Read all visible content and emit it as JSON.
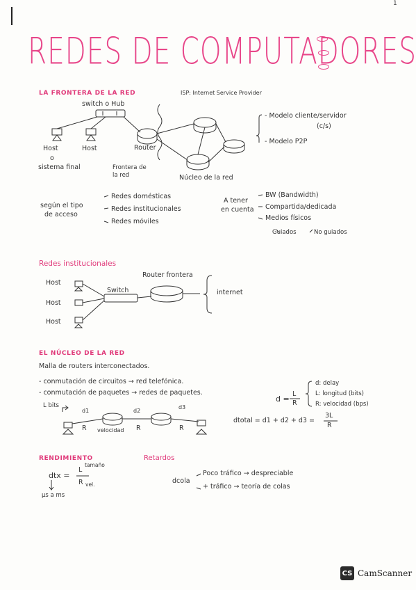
{
  "page_mark": "1",
  "title": "REDES DE COMPUTADORES",
  "frontera": {
    "heading": "LA FRONTERA DE LA RED",
    "isp_note": "ISP: Internet Service Provider",
    "switch_label": "switch o Hub",
    "host1": "Host",
    "host2": "Host",
    "or_label": "o",
    "sistema_final": "sistema final",
    "router": "Router",
    "frontera_red": "Frontera de la red",
    "nucleo": "Núcleo de la red",
    "modelo_cs": "- Modelo cliente/servidor",
    "cs_abbr": "(c/s)",
    "modelo_p2p": "- Modelo P2P"
  },
  "acceso": {
    "label_line1": "según el tipo",
    "label_line2": "de acceso",
    "items": [
      "Redes domésticas",
      "Redes institucionales",
      "Redes móviles"
    ],
    "tener_line1": "A tener",
    "tener_line2": "en cuenta",
    "consider": [
      "BW (Bandwidth)",
      "Compartida/dedicada",
      "Medios físicos"
    ],
    "guiados": "Guiados",
    "no_guiados": "No guiados"
  },
  "institucionales": {
    "heading": "Redes institucionales",
    "router_frontera": "Router frontera",
    "switch": "Switch",
    "hosts": [
      "Host",
      "Host",
      "Host"
    ],
    "internet": "internet"
  },
  "nucleo": {
    "heading": "EL NÚCLEO DE LA RED",
    "subtitle": "Malla de routers interconectados.",
    "conm1": "- conmutación de circuitos → red telefónica.",
    "conm2": "- conmutación de paquetes → redes de paquetes.",
    "bits": "L bits",
    "d1": "d1",
    "d2": "d2",
    "d3": "d3",
    "r1": "R",
    "velocidad": "velocidad",
    "r2": "R",
    "r3": "R",
    "formula_d": "d =",
    "formula_num": "L",
    "formula_den": "R",
    "defs": [
      "d: delay",
      "L: longitud (bits)",
      "R: velocidad (bps)"
    ],
    "dtotal": "dtotal = d1 + d2 + d3 =",
    "dtotal_num": "3L",
    "dtotal_den": "R"
  },
  "rendimiento": {
    "heading": "RENDIMIENTO",
    "dtx": "dtx =",
    "num": "L",
    "tamano": "tamaño",
    "den": "R",
    "vel": "vel.",
    "units": "μs a ms",
    "retardos": "Retardos",
    "dcola": "dcola",
    "item1": "Poco tráfico → despreciable",
    "item2": "+ tráfico → teoría de colas"
  },
  "scanner": {
    "badge": "CS",
    "name": "CamScanner"
  }
}
